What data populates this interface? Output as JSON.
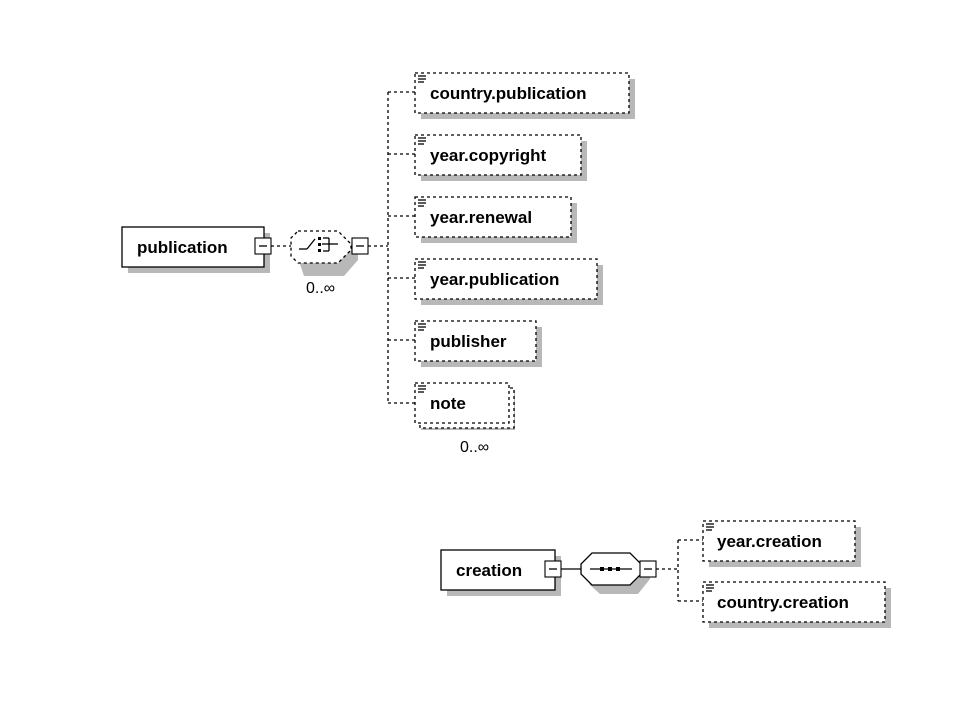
{
  "diagrams": [
    {
      "root": "publication",
      "compositor": "choice",
      "compositor_occurrence": "0..∞",
      "children": [
        {
          "name": "country.publication",
          "optional": true
        },
        {
          "name": "year.copyright",
          "optional": true
        },
        {
          "name": "year.renewal",
          "optional": true
        },
        {
          "name": "year.publication",
          "optional": true
        },
        {
          "name": "publisher",
          "optional": true
        },
        {
          "name": "note",
          "optional": true,
          "occurrence": "0..∞"
        }
      ]
    },
    {
      "root": "creation",
      "compositor": "sequence",
      "children": [
        {
          "name": "year.creation",
          "optional": true
        },
        {
          "name": "country.creation",
          "optional": true
        }
      ]
    }
  ]
}
